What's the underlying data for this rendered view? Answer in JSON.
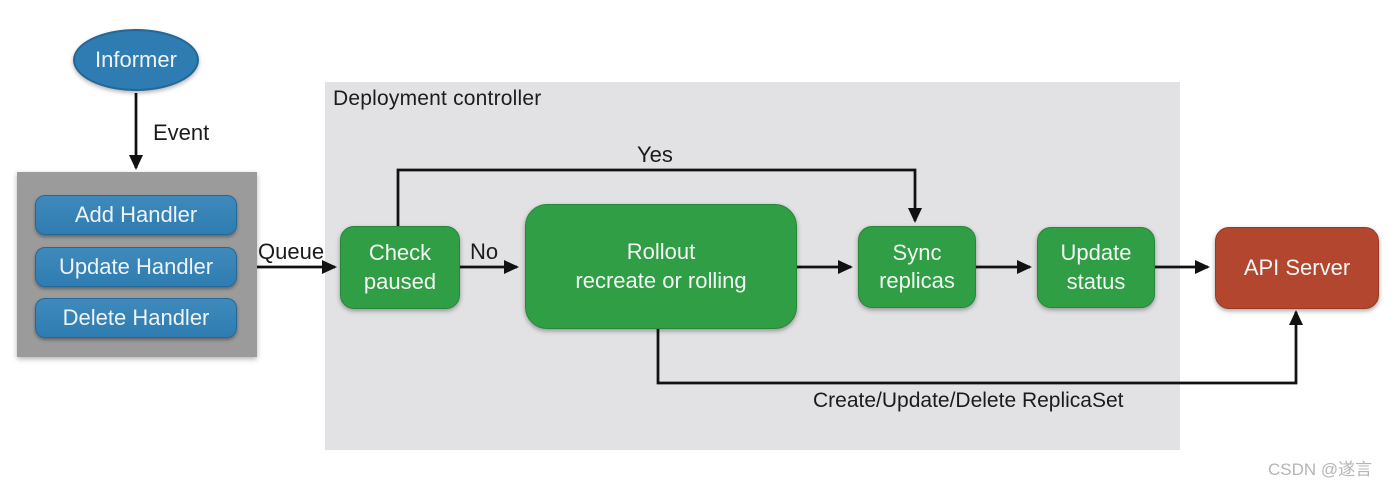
{
  "colors": {
    "node_blue": "#2e7cb1",
    "node_green": "#2f9e44",
    "node_red": "#b2462e",
    "handlers_panel_gray": "#9b9b9b",
    "controller_panel_gray": "#e2e2e4",
    "line_black": "#111111",
    "watermark_gray": "#b5b5b5"
  },
  "informer": {
    "label": "Informer"
  },
  "handlers": {
    "items": [
      {
        "label": "Add Handler"
      },
      {
        "label": "Update Handler"
      },
      {
        "label": "Delete Handler"
      }
    ]
  },
  "controller": {
    "title": "Deployment controller",
    "nodes": {
      "check_paused": {
        "label": "Check\npaused"
      },
      "rollout": {
        "label": "Rollout\nrecreate or rolling"
      },
      "sync_replicas": {
        "label": "Sync\nreplicas"
      },
      "update_status": {
        "label": "Update\nstatus"
      }
    }
  },
  "api_server": {
    "label": "API Server"
  },
  "edge_labels": {
    "event": "Event",
    "queue": "Queue",
    "no": "No",
    "yes": "Yes",
    "replicaset": "Create/Update/Delete ReplicaSet"
  },
  "watermark": "CSDN @遂言"
}
